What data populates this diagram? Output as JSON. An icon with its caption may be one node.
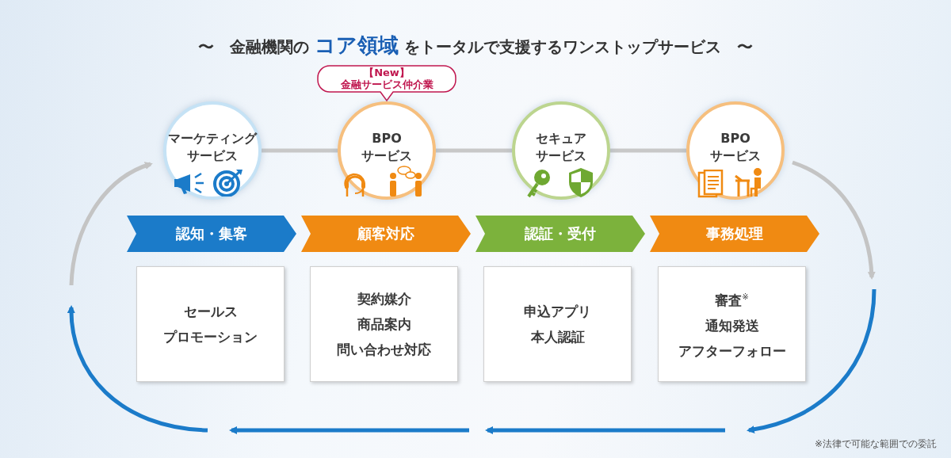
{
  "diagram": {
    "title": "〜　金融機関の **コア領域** をトータルで支援するワンストップサービス　〜",
    "nodes": [
      {
        "text": [
          "マーケティングサービス"
        ]
      },
      {
        "text": [
          "【New】金融サービス仲介業"
        ]
      },
      {
        "text": [
          "BPO サービス"
        ]
      },
      {
        "text": [
          "セキュアサービス"
        ]
      },
      {
        "text": [
          "BPO サービス"
        ]
      },
      {
        "text": [
          "認知・集客"
        ]
      },
      {
        "text": [
          "顧客対応"
        ]
      },
      {
        "text": [
          "認証・受付"
        ]
      },
      {
        "text": [
          "事務処理"
        ]
      },
      {
        "text": [
          "セールス",
          "プロモーション"
        ]
      },
      {
        "text": [
          "契約媒介",
          "商品案内",
          "問い合わせ対応"
        ]
      },
      {
        "text": [
          "申込アプリ",
          "本人認証"
        ]
      },
      {
        "text": [
          "審査$^{※}$",
          "通知発送",
          "アフターフォロー"
        ]
      }
    ],
    "edges": [
      {
        "from": 0,
        "to": 2,
        "arrow": "none"
      },
      {
        "from": 2,
        "to": 3,
        "arrow": "none"
      },
      {
        "from": 3,
        "to": 4,
        "arrow": "none"
      }
    ],
    "labels": [
      "※法律で可能な範囲での委託"
    ]
  }
}
